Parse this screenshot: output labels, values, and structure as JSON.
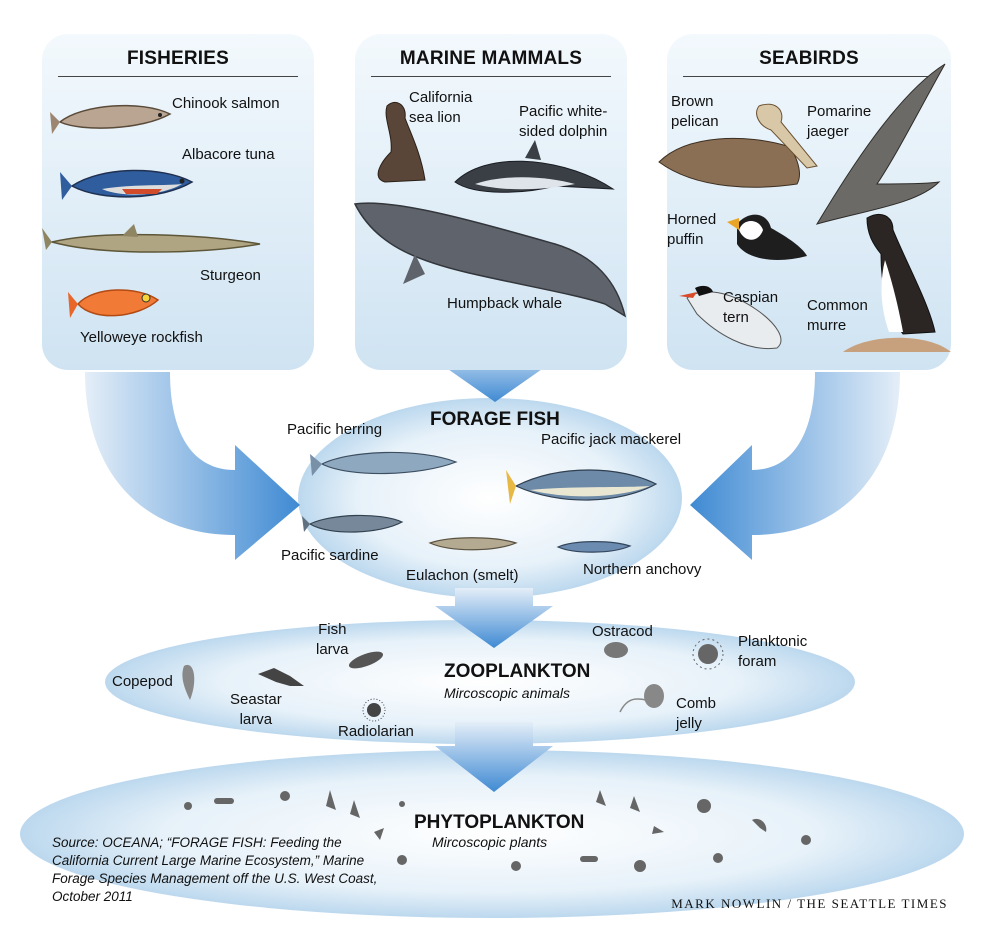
{
  "panels": {
    "fisheries": {
      "title": "FISHERIES",
      "species": [
        "Chinook salmon",
        "Albacore tuna",
        "Sturgeon",
        "Yelloweye rockfish"
      ]
    },
    "mammals": {
      "title": "MARINE MAMMALS",
      "species": [
        "California\nsea lion",
        "Pacific white-\nsided dolphin",
        "Humpback whale"
      ]
    },
    "seabirds": {
      "title": "SEABIRDS",
      "species": [
        "Brown\npelican",
        "Pomarine\njaeger",
        "Horned\npuffin",
        "Caspian\ntern",
        "Common\nmurre"
      ]
    }
  },
  "forage": {
    "title": "FORAGE FISH",
    "species": [
      "Pacific herring",
      "Pacific jack mackerel",
      "Pacific sardine",
      "Eulachon (smelt)",
      "Northern anchovy"
    ]
  },
  "zooplankton": {
    "title": "ZOOPLANKTON",
    "subtitle": "Mircoscopic animals",
    "species": [
      "Fish\nlarva",
      "Ostracod",
      "Planktonic\nforam",
      "Copepod",
      "Seastar\nlarva",
      "Radiolarian",
      "Comb\njelly"
    ]
  },
  "phytoplankton": {
    "title": "PHYTOPLANKTON",
    "subtitle": "Mircoscopic plants"
  },
  "source": "Source: OCEANA; “FORAGE FISH: Feeding the California Current Large Marine Ecosystem,” Marine Forage Species Management off the U.S. West Coast, October 2011",
  "credit": "MARK NOWLIN / THE SEATTLE TIMES",
  "colors": {
    "panel_top": "#f3f9fd",
    "panel_bottom": "#cfe3f2",
    "arrow": "#3f8ad3",
    "arrow_light": "#e4eef8",
    "ellipse": "#cfe3f2"
  }
}
